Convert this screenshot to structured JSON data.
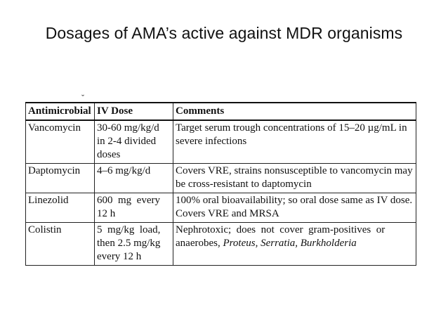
{
  "slide": {
    "title": "Dosages of AMA’s active against MDR organisms",
    "stray_mark": "ˇ"
  },
  "table": {
    "headers": [
      "Antimicrobial",
      "IV Dose",
      "Comments"
    ],
    "rows": [
      {
        "drug": "Vancomycin",
        "dose_lines": [
          "30-60 mg/kg/d",
          "in 2-4 divided",
          "doses"
        ],
        "comment_lines": [
          "Target serum trough concentrations of 15–20 µg/mL in",
          "severe infections"
        ]
      },
      {
        "drug": "Daptomycin",
        "dose_lines": [
          "4–6 mg/kg/d"
        ],
        "comment_lines": [
          "Covers VRE, strains nonsusceptible to vancomycin may",
          "be cross-resistant to daptomycin"
        ]
      },
      {
        "drug": "Linezolid",
        "dose_lines": [
          "600  mg  every",
          "12 h"
        ],
        "comment_lines": [
          "100% oral bioavailability; so oral dose same as IV dose.",
          "Covers VRE and MRSA"
        ]
      },
      {
        "drug": "Colistin",
        "dose_lines": [
          "5  mg/kg  load,",
          "then 2.5 mg/kg",
          "every 12 h"
        ],
        "comment_line1": "Nephrotoxic;  does  not  cover  gram-positives  or",
        "comment_line2_prefix": "anaerobes, ",
        "comment_line2_organisms": "Proteus, Serratia, Burkholderia"
      }
    ]
  }
}
